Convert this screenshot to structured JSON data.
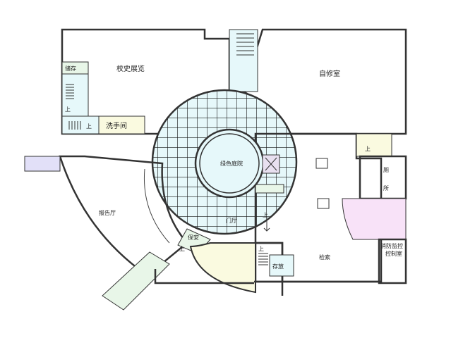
{
  "plan": {
    "rooms": {
      "history_exhibit": "校史展览",
      "storage": "储存",
      "restroom_left": "洗手间",
      "study_room": "自修室",
      "green_courtyard": "绿色庭院",
      "toilet_1": "厕",
      "toilet_2": "所",
      "lecture_hall": "报告厅",
      "lobby": "门厅",
      "security": "保安",
      "search": "检索",
      "deposit": "存放",
      "fire_control_1": "消防监控",
      "fire_control_2": "控制室"
    },
    "stair_up": "上"
  },
  "colors": {
    "lavender": "#e2e0f8",
    "pink": "#f8e2f8",
    "green": "#e8f6e8",
    "cyan": "#e6f8fa",
    "yellow": "#fafae0"
  }
}
